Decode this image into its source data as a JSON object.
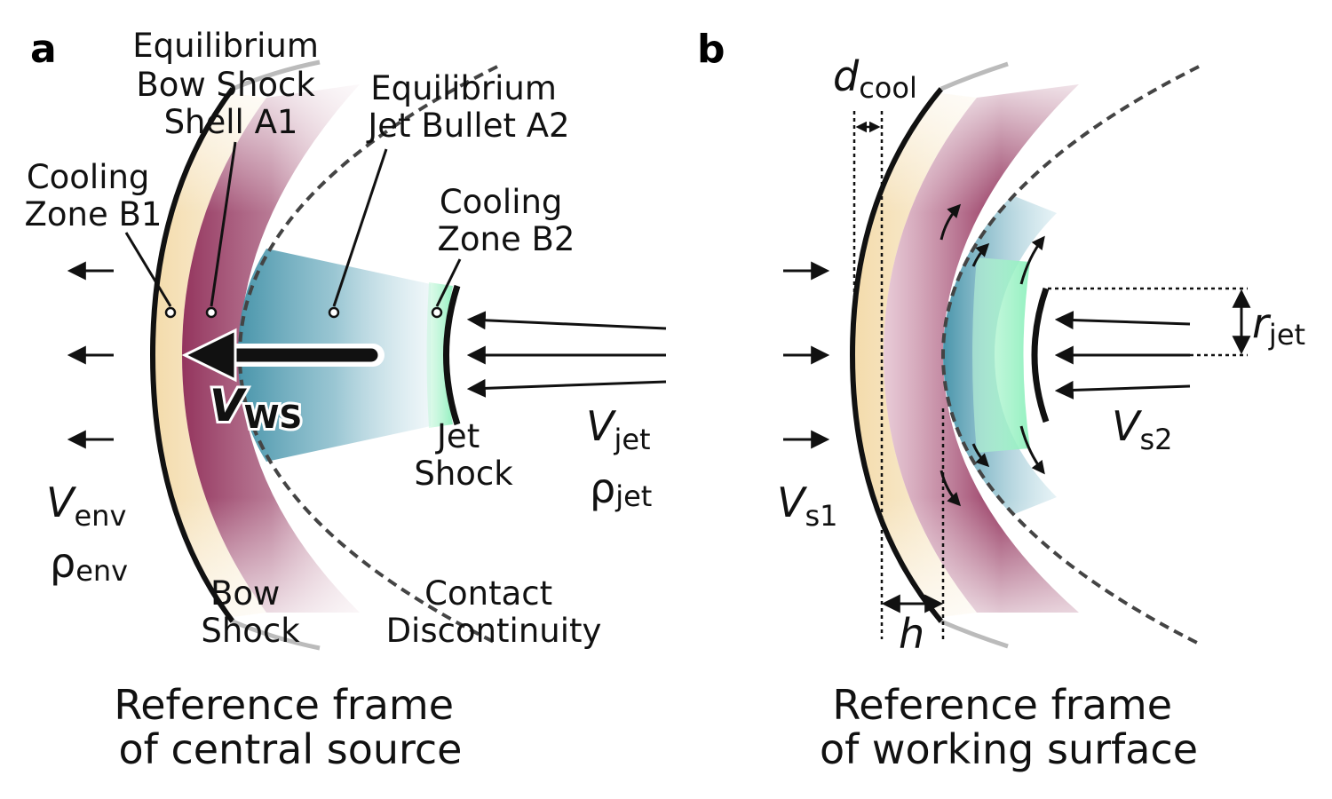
{
  "panels": {
    "a": {
      "letter": "a",
      "labels": {
        "eq_shell": [
          "Equilibrium",
          "Bow Shock",
          "Shell A1"
        ],
        "eq_bullet": [
          "Equilibrium",
          "Jet Bullet A2"
        ],
        "cool_b1": [
          "Cooling",
          "Zone B1"
        ],
        "cool_b2": [
          "Cooling",
          "Zone B2"
        ],
        "jet_shock": [
          "Jet",
          "Shock"
        ],
        "bow_shock": [
          "Bow",
          "Shock"
        ],
        "contact": [
          "Contact",
          "Discontinuity"
        ]
      },
      "vars": {
        "v_ws": {
          "main": "V",
          "sub": "WS"
        },
        "v_jet": {
          "main": "V",
          "sub": "jet"
        },
        "rho_jet": {
          "main": "ρ",
          "sub": "jet"
        },
        "v_env": {
          "main": "V",
          "sub": "env"
        },
        "rho_env": {
          "main": "ρ",
          "sub": "env"
        }
      },
      "caption": [
        "Reference frame",
        "of central source"
      ]
    },
    "b": {
      "letter": "b",
      "vars": {
        "d_cool": {
          "main": "d",
          "sub": "cool"
        },
        "h": {
          "main": "h"
        },
        "r_jet": {
          "main": "r",
          "sub": "jet"
        },
        "v_s1": {
          "main": "V",
          "sub": "s1"
        },
        "v_s2": {
          "main": "V",
          "sub": "s2"
        }
      },
      "caption": [
        "Reference frame",
        "of working surface"
      ]
    }
  },
  "colors": {
    "cooling_zone_b1": "#f6e3bd",
    "shell_a1": "#8e2a55",
    "jet_bullet_a2": "#3f95ab",
    "cooling_zone_b2": "#9ff2c6",
    "line": "#111111"
  }
}
